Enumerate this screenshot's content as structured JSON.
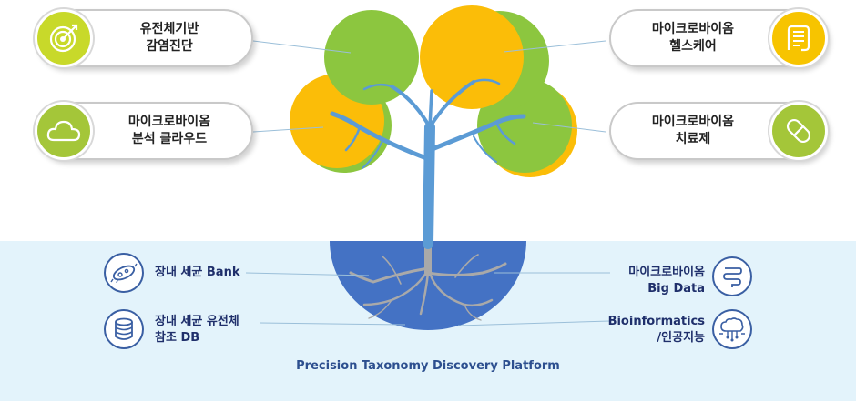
{
  "apps": {
    "genome_diagnosis": {
      "line1": "유전체기반",
      "line2": "감염진단",
      "icon": "target-icon",
      "color": "#c8d92a"
    },
    "microbiome_healthcare": {
      "line1": "마이크로바이옴",
      "line2": "헬스케어",
      "icon": "intestine-icon",
      "color": "#f7c400"
    },
    "microbiome_cloud": {
      "line1": "마이크로바이옴",
      "line2": "분석 클라우드",
      "icon": "cloud-icon",
      "color": "#a4c639"
    },
    "microbiome_therapy": {
      "line1": "마이크로바이옴",
      "line2": "치료제",
      "icon": "pill-icon",
      "color": "#a4c639"
    }
  },
  "roots": {
    "gut_bank": {
      "line1": "장내 세균 Bank",
      "icon": "bacteria-icon"
    },
    "genome_db": {
      "line1": "장내 세균 유전체",
      "line2": "참조 DB",
      "icon": "database-icon"
    },
    "big_data": {
      "line1": "마이크로바이옴",
      "line2": "Big Data",
      "icon": "gut-icon"
    },
    "bioinformatics": {
      "line1": "Bioinformatics",
      "line2": "/인공지능",
      "icon": "brain-circuit-icon"
    }
  },
  "platform_label": "Precision Taxonomy Discovery Platform",
  "colors": {
    "leaf_green": "#8cc63f",
    "leaf_yellow": "#fbbd08",
    "trunk": "#5b9bd5",
    "root_bowl": "#4472c4",
    "ground": "#e3f3fb"
  }
}
